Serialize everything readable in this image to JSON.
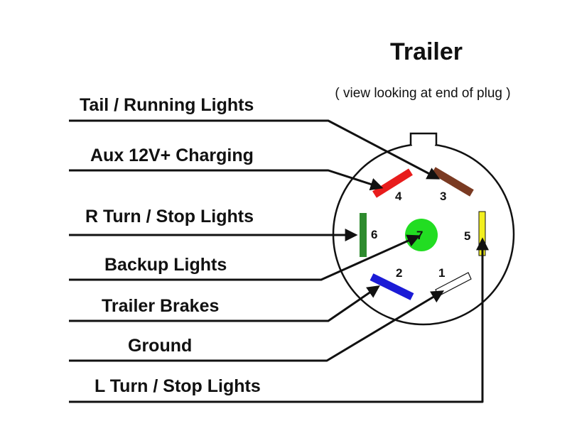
{
  "title": "Trailer",
  "subtitle": "( view looking at end of plug )",
  "labels": {
    "tail": "Tail / Running Lights",
    "aux": "Aux 12V+ Charging",
    "rturn": "R Turn / Stop Lights",
    "backup": "Backup Lights",
    "brakes": "Trailer Brakes",
    "ground": "Ground",
    "lturn": "L Turn / Stop Lights"
  },
  "pins": {
    "p1": {
      "number": "1",
      "color": "#ffffff"
    },
    "p2": {
      "number": "2",
      "color": "#1b1bd6"
    },
    "p3": {
      "number": "3",
      "color": "#7a3a22"
    },
    "p4": {
      "number": "4",
      "color": "#e81c1c"
    },
    "p5": {
      "number": "5",
      "color": "#f2ef1f"
    },
    "p6": {
      "number": "6",
      "color": "#2e8b2e"
    },
    "p7": {
      "number": "7",
      "color": "#22dd22"
    }
  }
}
